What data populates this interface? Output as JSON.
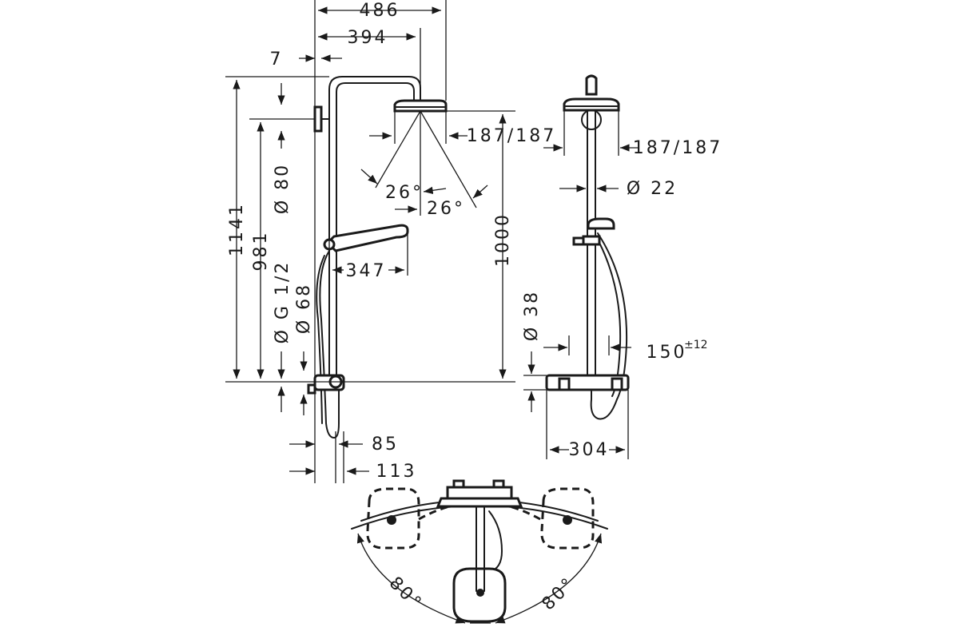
{
  "dimensions": {
    "width_486": "486",
    "width_394": "394",
    "offset_7": "7",
    "height_1141": "1141",
    "height_981": "981",
    "dia_80": "Ø 80",
    "dia_g12": "Ø G 1/2",
    "dia_68": "Ø 68",
    "head_187_front": "187/187",
    "angle_26_left": "26°",
    "angle_26_right": "26°",
    "height_1000": "1000",
    "reach_347": "347",
    "depth_85": "85",
    "depth_113": "113",
    "head_187_side": "187/187",
    "dia_22": "Ø 22",
    "dia_38": "Ø 38",
    "spacing_150": "150",
    "spacing_150_tol": "±12",
    "width_304": "304",
    "rot_80_left": "80°",
    "rot_80_right": "80°"
  }
}
